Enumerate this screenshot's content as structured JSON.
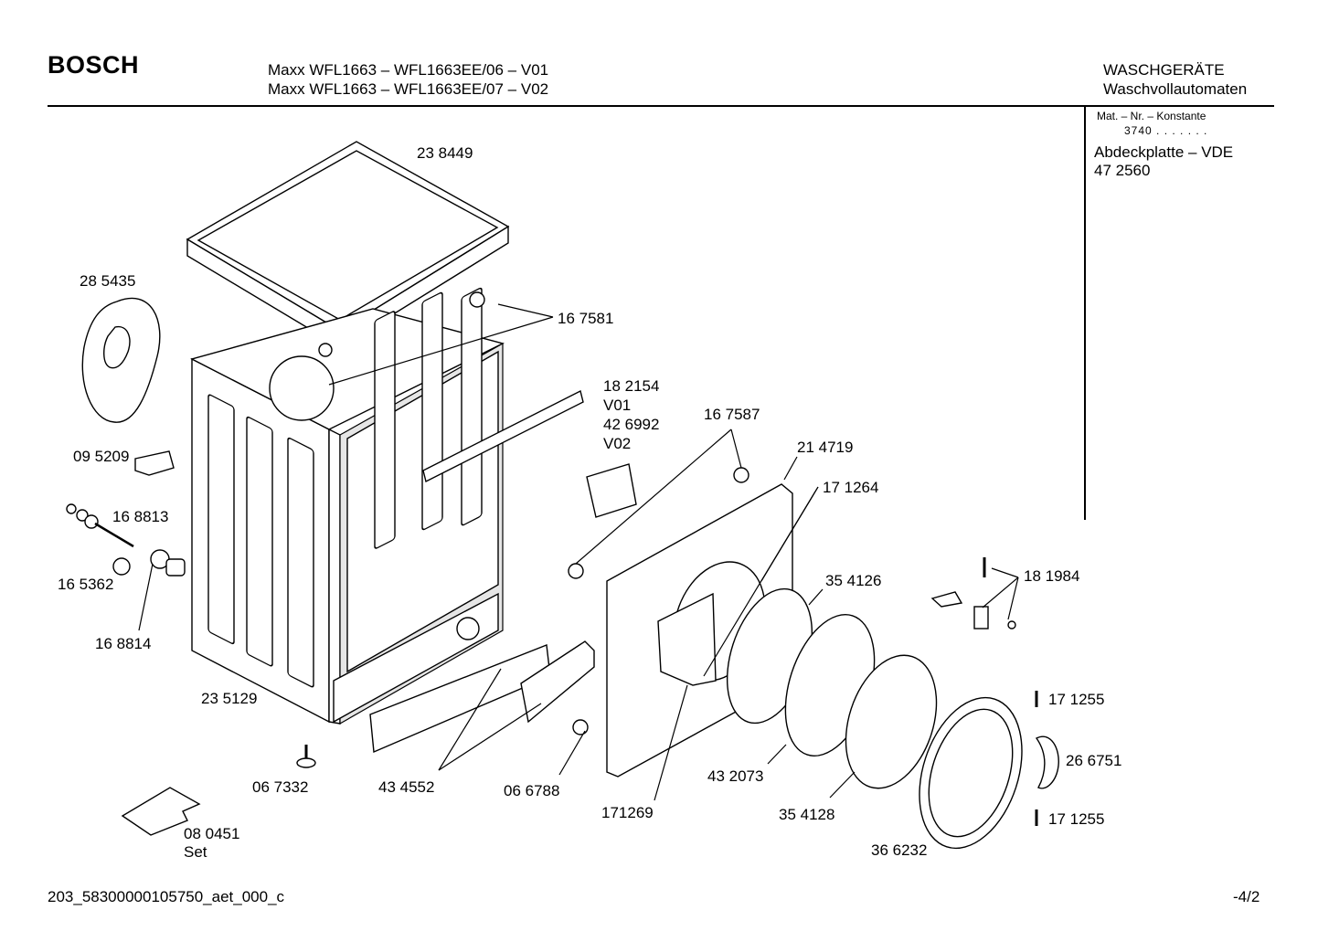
{
  "header": {
    "brand": "BOSCH",
    "model_line_1": "Maxx WFL1663 – WFL1663EE/06 – V01",
    "model_line_2": "Maxx WFL1663 – WFL1663EE/07 – V02",
    "category": "WASCHGERÄTE",
    "subcategory": "Waschvollautomaten"
  },
  "side_panel": {
    "mat_label": "Mat. – Nr. – Konstante",
    "mat_value": "3740 . . . . . . .",
    "part_name": "Abdeckplatte – VDE",
    "part_number": "47 2560"
  },
  "callouts": {
    "c238449": "23 8449",
    "c285435": "28 5435",
    "c167581": "16 7581",
    "c182154": "18 2154",
    "v01": "V01",
    "c426992": "42 6992",
    "v02": "V02",
    "c167587": "16 7587",
    "c214719": "21 4719",
    "c171264": "17 1264",
    "c095209": "09 5209",
    "c168813": "16 8813",
    "c165362": "16 5362",
    "c168814": "16 8814",
    "c354126": "35 4126",
    "c181984": "18 1984",
    "c235129": "23 5129",
    "c171255a": "17 1255",
    "c266751": "26 6751",
    "c171255b": "17 1255",
    "c067332": "06 7332",
    "c434552": "43 4552",
    "c066788": "06 6788",
    "c171269": "171269",
    "c432073": "43 2073",
    "c354128": "35 4128",
    "c366232": "36 6232",
    "c080451": "08 0451",
    "set": "Set"
  },
  "footer": {
    "doc_id": "203_58300000105750_aet_000_c",
    "page": "-4/2"
  }
}
